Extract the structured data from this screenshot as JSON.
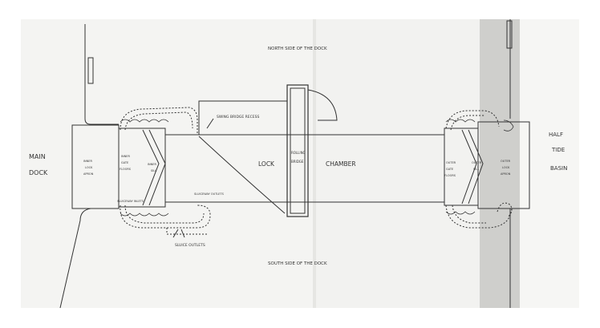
{
  "labels": {
    "north_side": "NORTH SIDE OF THE DOCK",
    "south_side": "SOUTH SIDE OF THE DOCK",
    "main_dock_line1": "MAIN",
    "main_dock_line2": "DOCK",
    "half_tide_line1": "HALF",
    "half_tide_line2": "TIDE",
    "half_tide_line3": "BASIN",
    "lock": "LOCK",
    "chamber": "CHAMBER",
    "rolling_bridge_line1": "ROLLING",
    "rolling_bridge_line2": "BRIDGE",
    "swing_bridge_recess": "SWING BRIDGE RECESS",
    "inner_lock_apron_line1": "INNER",
    "inner_lock_apron_line2": "LOCK",
    "inner_lock_apron_line3": "APRON",
    "inner_gate_floors_line1": "INNER",
    "inner_gate_floors_line2": "GATE",
    "inner_gate_floors_line3": "FLOORS",
    "inner_sill_line1": "INNER",
    "inner_sill_line2": "SILL",
    "sluiceway_inlets": "SLUICEWAY INLETS",
    "sluiceway_outlets": "SLUICEWAY OUTLETS",
    "sluice_outlets": "SLUICE OUTLETS",
    "outer_gate_floors_line1": "OUTER",
    "outer_gate_floors_line2": "GATE",
    "outer_gate_floors_line3": "FLOORS",
    "outer_sill_line1": "OUTER",
    "outer_sill_line2": "SILL",
    "outer_lock_apron_line1": "OUTER",
    "outer_lock_apron_line2": "LOCK",
    "outer_lock_apron_line3": "APRON"
  },
  "colors": {
    "ink": "#333333",
    "paper": "#f2f2f0",
    "shade": "#cfcfcc"
  }
}
